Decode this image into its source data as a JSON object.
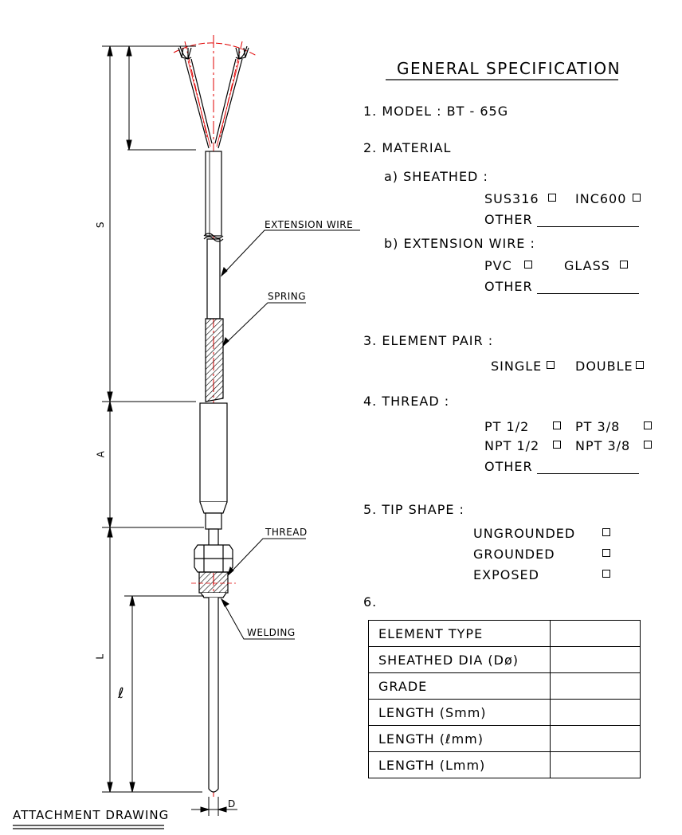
{
  "drawing": {
    "labels": {
      "extension_wire": "EXTENSION WIRE",
      "spring": "SPRING",
      "thread": "THREAD",
      "welding": "WELDING",
      "dim_s": "S",
      "dim_a": "A",
      "dim_l": "L",
      "dim_l_small": "ℓ",
      "dim_d": "D"
    },
    "caption": "ATTACHMENT DRAWING"
  },
  "spec": {
    "title": "GENERAL SPECIFICATION",
    "model": "1. MODEL :  BT - 65G",
    "material": {
      "heading": "2. MATERIAL",
      "sheathed": {
        "heading": "a) SHEATHED :",
        "options": [
          "SUS316",
          "INC600"
        ],
        "other": "OTHER"
      },
      "extension_wire": {
        "heading": "b) EXTENSION WIRE :",
        "options": [
          "PVC",
          "GLASS"
        ],
        "other": "OTHER"
      }
    },
    "element_pair": {
      "heading": "3. ELEMENT PAIR :",
      "options": [
        "SINGLE",
        "DOUBLE"
      ]
    },
    "thread": {
      "heading": "4. THREAD :",
      "options": [
        "PT 1/2",
        "PT 3/8",
        "NPT 1/2",
        "NPT 3/8"
      ],
      "other": "OTHER"
    },
    "tip_shape": {
      "heading": "5. TIP SHAPE :",
      "options": [
        "UNGROUNDED",
        "GROUNDED",
        "EXPOSED"
      ]
    },
    "table": {
      "heading": "6.",
      "rows": [
        {
          "label": "ELEMENT TYPE",
          "value": ""
        },
        {
          "label": "SHEATHED DIA (Dø)",
          "value": ""
        },
        {
          "label": "GRADE",
          "value": ""
        },
        {
          "label": "LENGTH (Smm)",
          "value": ""
        },
        {
          "label": "LENGTH (ℓmm)",
          "value": ""
        },
        {
          "label": "LENGTH (Lmm)",
          "value": ""
        }
      ]
    }
  }
}
